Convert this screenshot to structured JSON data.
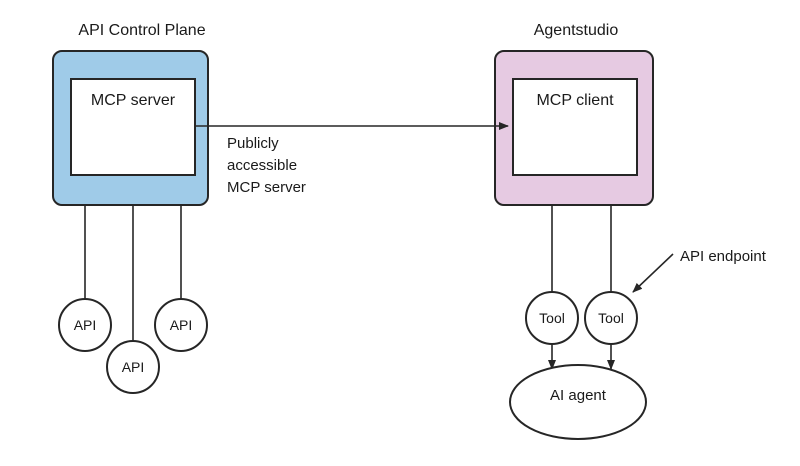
{
  "diagram": {
    "title_hidden": "MCP server and client architecture",
    "background": "#ffffff",
    "groups": [
      {
        "id": "api-control-plane",
        "title": "API Control Plane",
        "fill": "#9fcbe8",
        "stroke": "#262626",
        "inner_box_label": "MCP server",
        "inner_box_fill": "#ffffff"
      },
      {
        "id": "agentstudio",
        "title": "Agentstudio",
        "fill": "#e6cae2",
        "stroke": "#262626",
        "inner_box_label": "MCP client",
        "inner_box_fill": "#ffffff"
      }
    ],
    "api_circles": [
      {
        "id": "api-1",
        "label": "API"
      },
      {
        "id": "api-2",
        "label": "API"
      },
      {
        "id": "api-3",
        "label": "API"
      }
    ],
    "tool_circles": [
      {
        "id": "tool-1",
        "label": "Tool"
      },
      {
        "id": "tool-2",
        "label": "Tool"
      }
    ],
    "agent": {
      "id": "ai-agent",
      "label": "AI agent"
    },
    "annotations": [
      {
        "id": "publicly-accessible-note",
        "lines": [
          "Publicly",
          "accessible",
          "MCP server"
        ]
      },
      {
        "id": "api-endpoint-note",
        "lines": [
          "API endpoint"
        ]
      }
    ],
    "connector_color": "#262626"
  }
}
